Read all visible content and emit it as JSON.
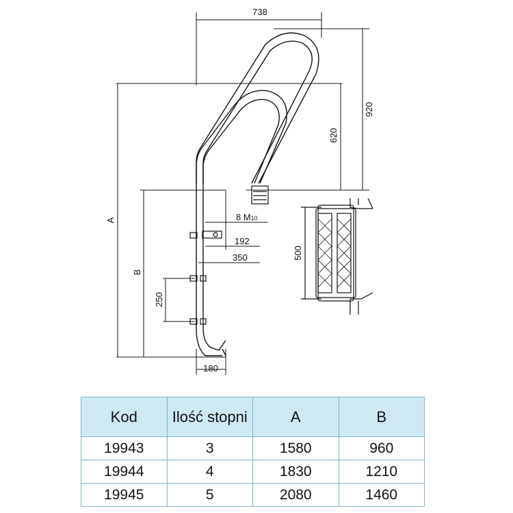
{
  "drawing": {
    "dim_width_top": "738",
    "dim_total_height": "920",
    "dim_handrail_height": "620",
    "dim_A": "A",
    "dim_B": "B",
    "dim_anchor_bolt": "8 M",
    "dim_anchor_bolt_sub": "10",
    "dim_192": "192",
    "dim_350": "350",
    "dim_step_spacing": "250",
    "dim_bottom": "180",
    "dim_step_width": "500"
  },
  "table": {
    "headers": [
      "Kod",
      "Ilość stopni",
      "A",
      "B"
    ],
    "rows": [
      [
        "19943",
        "3",
        "1580",
        "960"
      ],
      [
        "19944",
        "4",
        "1830",
        "1210"
      ],
      [
        "19945",
        "5",
        "2080",
        "1460"
      ]
    ]
  }
}
